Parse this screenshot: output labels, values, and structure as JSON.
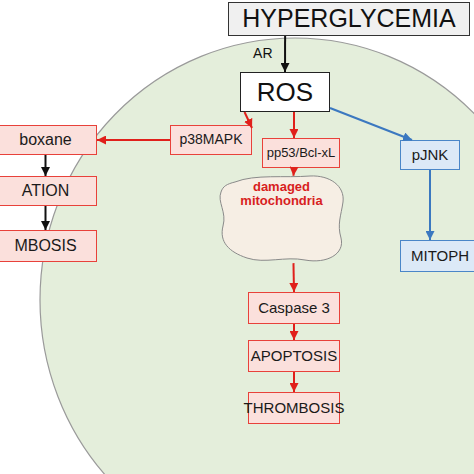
{
  "diagram": {
    "nodes": [
      {
        "text": [
          "HYPERGLYCEMIA"
        ]
      },
      {
        "text": [
          "ROS"
        ]
      },
      {
        "text": [
          "boxane"
        ]
      },
      {
        "text": [
          "p38MAPK"
        ]
      },
      {
        "text": [
          "pJNK"
        ]
      },
      {
        "text": [
          "pp53/Bcl-xL"
        ]
      },
      {
        "text": [
          "ATION"
        ]
      },
      {
        "text": [
          "damaged mitochondria"
        ]
      },
      {
        "text": [
          "MITOPH"
        ]
      },
      {
        "text": [
          "MBOSIS"
        ]
      },
      {
        "text": [
          "Caspase 3"
        ]
      },
      {
        "text": [
          "APOPTOSIS"
        ]
      },
      {
        "text": [
          "THROMBOSIS"
        ]
      }
    ],
    "edges": [
      {
        "from": 0,
        "to": 1,
        "label": "AR",
        "arrow": "to"
      },
      {
        "from": 1,
        "to": 3,
        "arrow": "to"
      },
      {
        "from": 3,
        "to": 2,
        "arrow": "to"
      },
      {
        "from": 1,
        "to": 4,
        "arrow": "to"
      },
      {
        "from": 2,
        "to": 6,
        "arrow": "to"
      },
      {
        "from": 6,
        "to": 9,
        "arrow": "to"
      },
      {
        "from": 1,
        "to": 5,
        "arrow": "to"
      },
      {
        "from": 4,
        "to": 8,
        "arrow": "to"
      },
      {
        "from": 5,
        "to": 7,
        "arrow": "to"
      },
      {
        "from": 7,
        "to": 10,
        "arrow": "to"
      },
      {
        "from": 10,
        "to": 11,
        "arrow": "to"
      },
      {
        "from": 11,
        "to": 12,
        "arrow": "to"
      }
    ]
  }
}
